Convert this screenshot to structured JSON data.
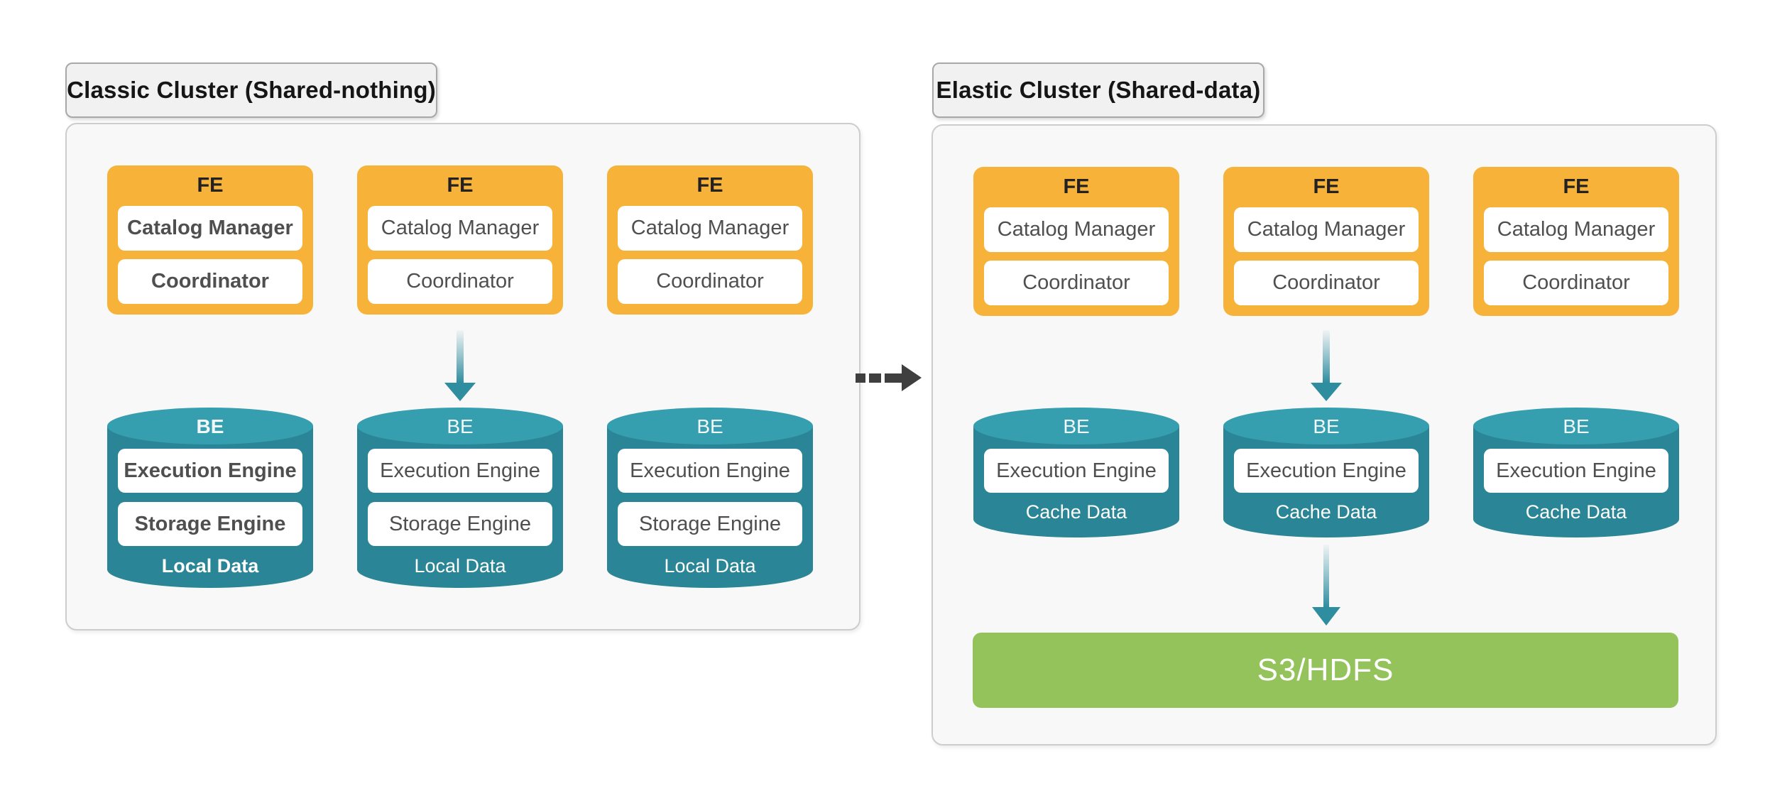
{
  "palette": {
    "fe_orange": "#F7B239",
    "be_teal_body": "#2A8596",
    "be_teal_top": "#359FB0",
    "storage_green": "#94C35B",
    "arrow_teal": "#2F8DA0",
    "transition_arrow_dark": "#3F3F3F",
    "panel_bg": "#F8F8F8",
    "panel_border": "#CDCDCD",
    "badge_bg": "#F1F1F1",
    "badge_border": "#A8A8A8",
    "component_text": "#4F4F4F",
    "heading_text": "#151515"
  },
  "icons": {
    "cluster_transition": "dashed-arrow-right",
    "fe_to_be": "arrow-down",
    "be_to_storage": "arrow-down"
  },
  "clusters": [
    {
      "title": "Classic Cluster (Shared-nothing)",
      "fe_nodes": [
        {
          "label": "FE",
          "components": [
            "Catalog Manager",
            "Coordinator"
          ]
        },
        {
          "label": "FE",
          "components": [
            "Catalog Manager",
            "Coordinator"
          ]
        },
        {
          "label": "FE",
          "components": [
            "Catalog Manager",
            "Coordinator"
          ]
        }
      ],
      "be_nodes": [
        {
          "label": "BE",
          "components": [
            "Execution Engine",
            "Storage Engine"
          ],
          "data_label": "Local Data"
        },
        {
          "label": "BE",
          "components": [
            "Execution Engine",
            "Storage Engine"
          ],
          "data_label": "Local Data"
        },
        {
          "label": "BE",
          "components": [
            "Execution Engine",
            "Storage Engine"
          ],
          "data_label": "Local Data"
        }
      ]
    },
    {
      "title": "Elastic Cluster (Shared-data)",
      "fe_nodes": [
        {
          "label": "FE",
          "components": [
            "Catalog Manager",
            "Coordinator"
          ]
        },
        {
          "label": "FE",
          "components": [
            "Catalog Manager",
            "Coordinator"
          ]
        },
        {
          "label": "FE",
          "components": [
            "Catalog Manager",
            "Coordinator"
          ]
        }
      ],
      "be_nodes": [
        {
          "label": "BE",
          "components": [
            "Execution Engine"
          ],
          "data_label": "Cache Data"
        },
        {
          "label": "BE",
          "components": [
            "Execution Engine"
          ],
          "data_label": "Cache Data"
        },
        {
          "label": "BE",
          "components": [
            "Execution Engine"
          ],
          "data_label": "Cache Data"
        }
      ],
      "storage": {
        "label": "S3/HDFS"
      }
    }
  ]
}
